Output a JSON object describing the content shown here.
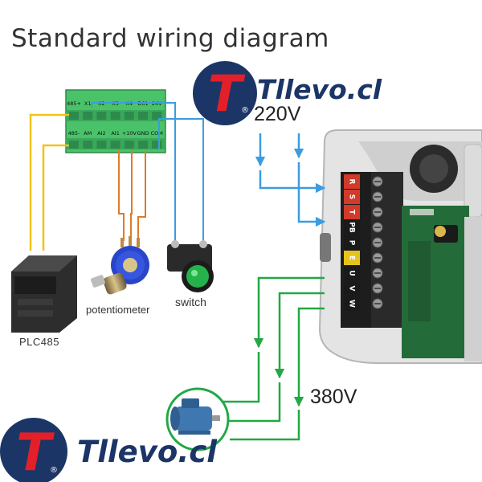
{
  "title": "Standard wiring diagram",
  "brand": {
    "name": "Tllevo.cl",
    "logo_letter": "T",
    "logo_mark": "®",
    "colors": {
      "red": "#e3202a",
      "navy": "#1b3566"
    }
  },
  "control_terminals": {
    "top_row": [
      "485+",
      "X1",
      "X2",
      "X3",
      "X4",
      "D01",
      "24V"
    ],
    "bottom_row": [
      "485-",
      "AM",
      "AI2",
      "AI1",
      "+10V",
      "GND",
      "COM"
    ]
  },
  "power_terminals": [
    "R",
    "S",
    "T",
    "PB",
    "P",
    "E",
    "U",
    "V",
    "W"
  ],
  "voltage_input": "220V",
  "voltage_output": "380V",
  "devices": {
    "plc": "PLC485",
    "potentiometer": "potentiometer",
    "switch": "switch"
  },
  "wire_colors": {
    "rs485": "#f2c318",
    "analog": "#e07a2a",
    "switch": "#3c9ce0",
    "power_in": "#3c9ce0",
    "power_out": "#22a845"
  }
}
